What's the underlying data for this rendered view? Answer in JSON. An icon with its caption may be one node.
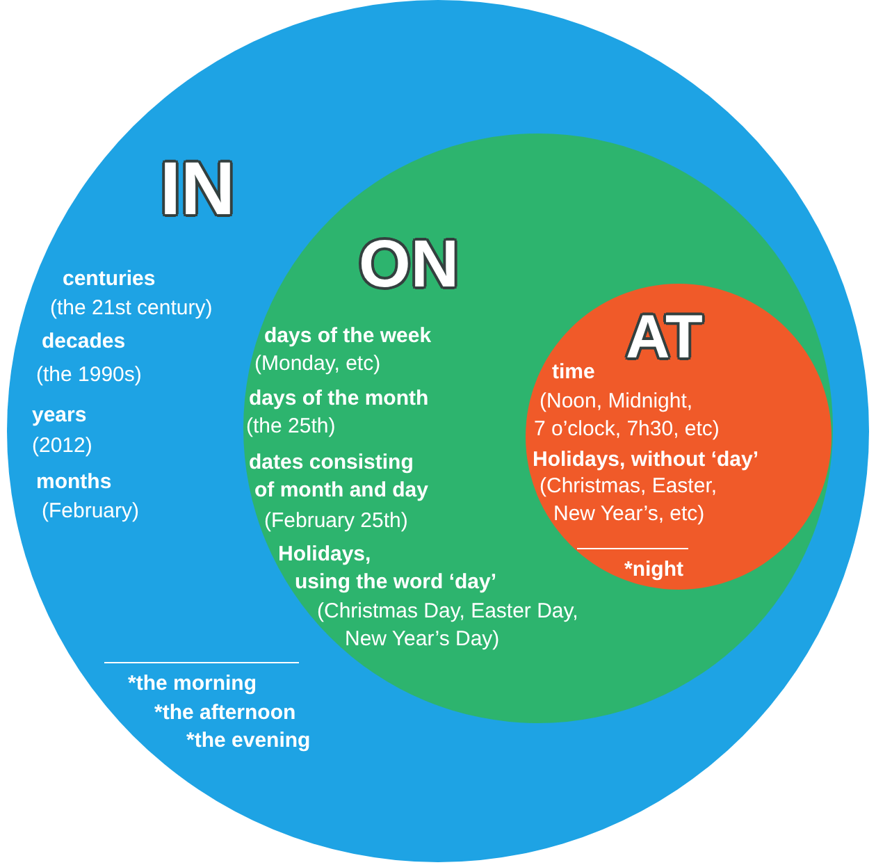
{
  "diagram": {
    "nodes": [
      {
        "text": [
          "IN",
          "centuries",
          "(the 21st century)",
          "decades",
          "(the 1990s)",
          "years",
          "(2012)",
          "months",
          "(February)",
          "*the morning",
          "*the afternoon",
          "*the evening"
        ]
      },
      {
        "text": [
          "ON",
          "days of the week",
          "(Monday, etc)",
          "days of the month",
          "(the 25th)",
          "dates consisting of month and day",
          "(February 25th)",
          "Holidays, using the word ‘day’",
          "(Christmas Day, Easter Day, New Year’s Day)"
        ],
        "in": 0
      },
      {
        "text": [
          "AT",
          "time",
          "(Noon, Midnight, 7 o’clock, 7h30, etc)",
          "Holidays, without ‘day’",
          "(Christmas, Easter, New Year’s, etc)",
          "*night"
        ],
        "in": 1
      }
    ]
  }
}
